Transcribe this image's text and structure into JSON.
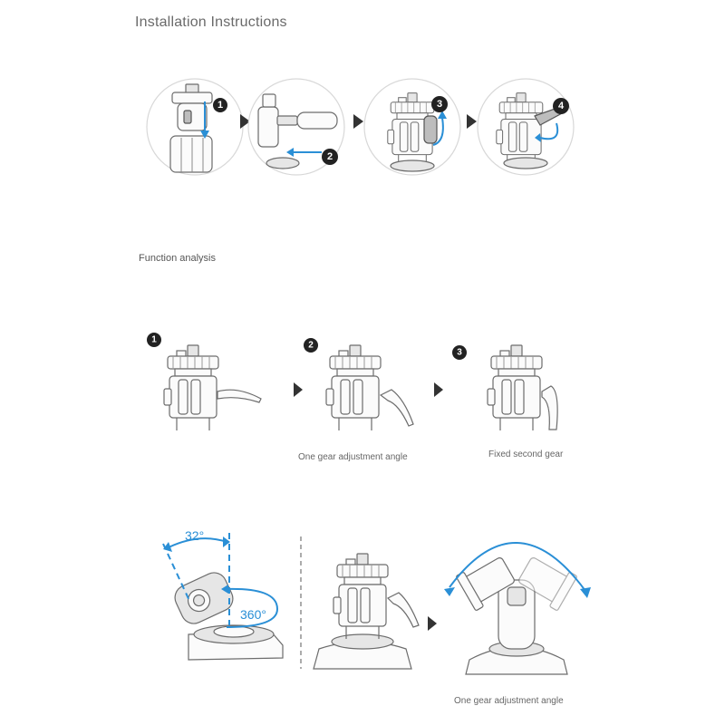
{
  "heading": "Installation Instructions",
  "section_title": "Function analysis",
  "install_steps": [
    "1",
    "2",
    "3",
    "4"
  ],
  "function_steps": [
    "1",
    "2",
    "3"
  ],
  "captions": {
    "one_gear": "One gear adjustment angle",
    "fixed_second": "Fixed second gear",
    "one_gear_bottom": "One gear adjustment angle"
  },
  "angles": {
    "tilt": "32°",
    "rotate": "360°"
  },
  "accent_color": "#2a8fd6"
}
